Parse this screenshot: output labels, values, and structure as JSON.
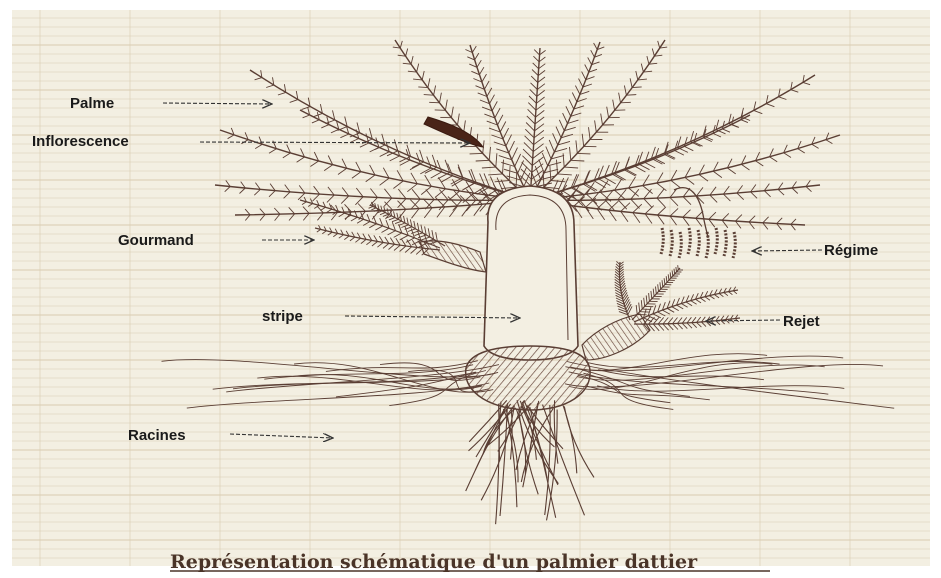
{
  "diagram": {
    "labels": {
      "palme": "Palme",
      "inflorescence": "Inflorescence",
      "gourmand": "Gourmand",
      "regime": "Régime",
      "rejet": "Rejet",
      "stripe": "stripe",
      "racines": "Racines"
    },
    "caption": "Représentation schématique d'un palmier dattier",
    "colors": {
      "paper": "#f3efe2",
      "grid": "#d9cbb0",
      "ink": "#5a3e34",
      "inflorescence": "#4a2418",
      "label": "#1a1a1a"
    }
  }
}
